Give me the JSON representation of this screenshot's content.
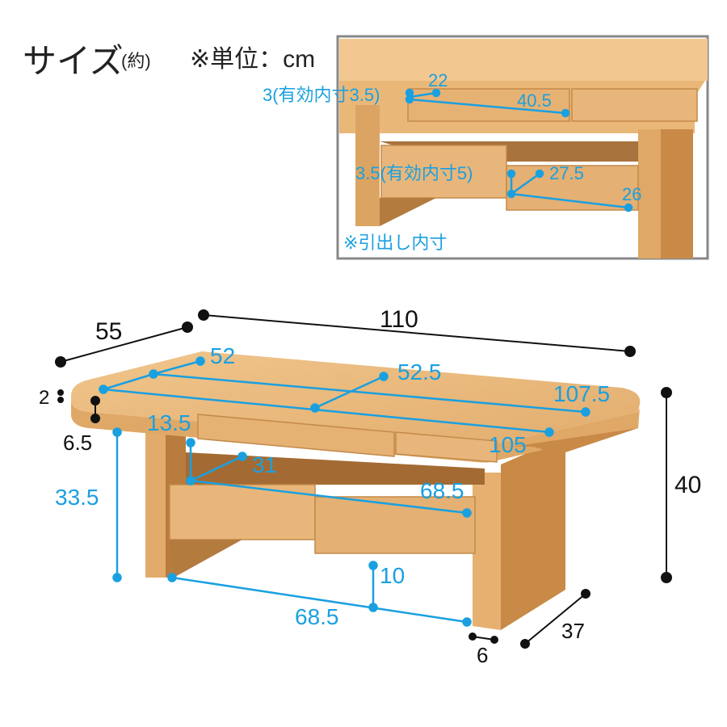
{
  "title": {
    "main": "サイズ",
    "paren": "(約)",
    "unit": "※単位：cm"
  },
  "inset": {
    "note": "※引出し内寸",
    "labels": {
      "d1_height": "3(有効内寸3.5)",
      "d1_depth": "22",
      "d1_width": "40.5",
      "d2_height": "3.5(有効内寸5)",
      "d2_depth": "27.5",
      "d2_width": "26"
    }
  },
  "main": {
    "labels": {
      "depth_total": "55",
      "width_total": "110",
      "top_thickness": "2",
      "top_edge": "6.5",
      "height_total": "40",
      "top_depth_inner": "52",
      "top_half": "52.5",
      "top_width_inner": "107.5",
      "top_front": "105",
      "drawer_height": "13.5",
      "shelf_depth": "31",
      "shelf_width": "68.5",
      "leg_height": "33.5",
      "base_clear": "10",
      "base_width": "68.5",
      "leg_thick": "6",
      "base_depth": "37"
    }
  },
  "colors": {
    "wood": "#e8b67a",
    "wood_dark": "#c98a48",
    "accent_blue": "#1aa0e0",
    "frame": "#888888"
  }
}
